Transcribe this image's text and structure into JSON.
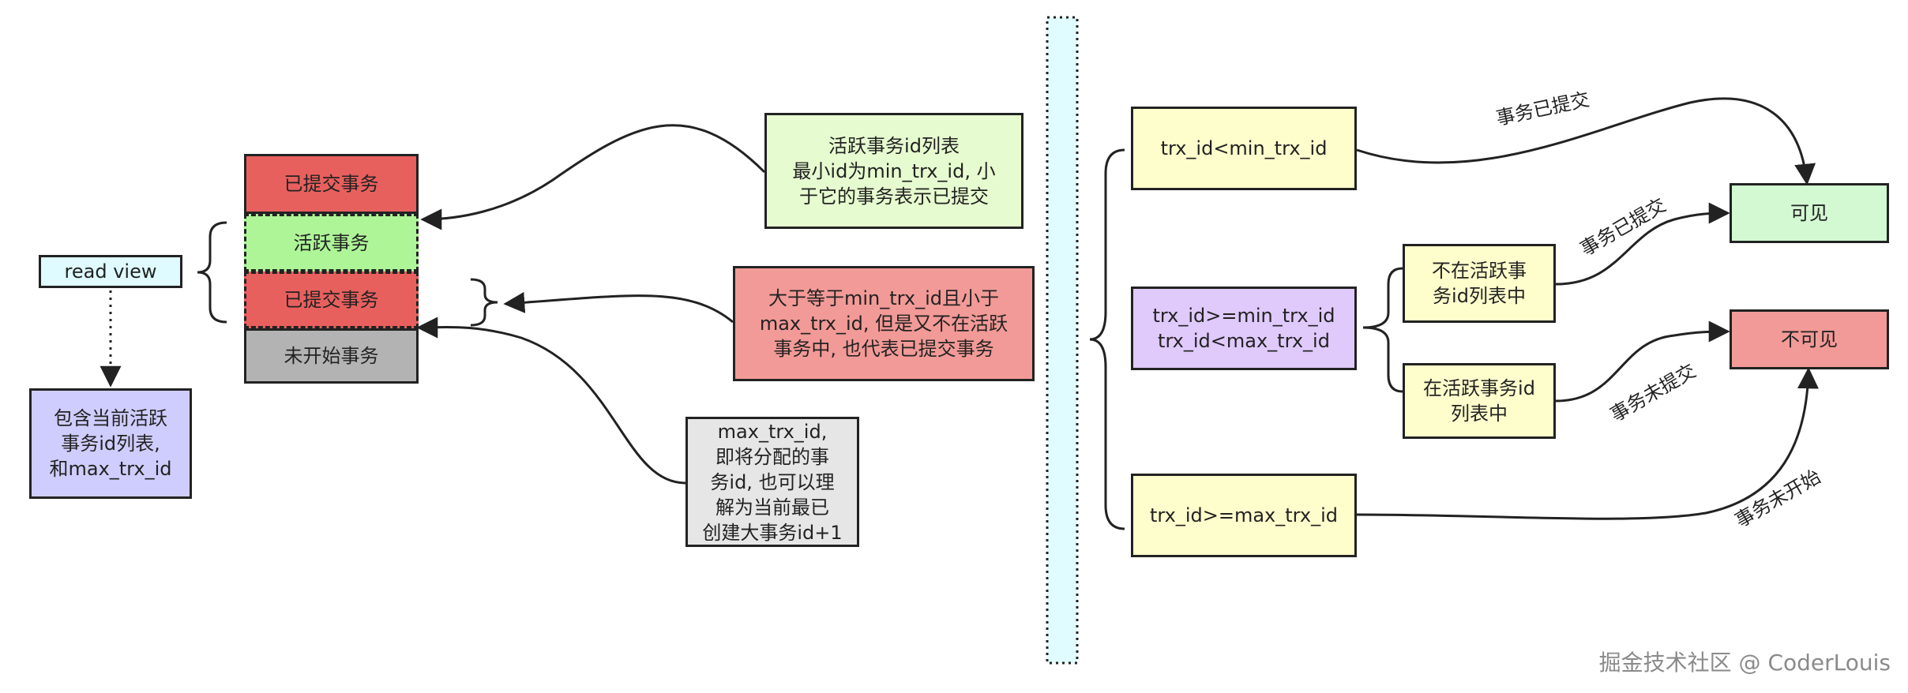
{
  "colors": {
    "committed": "#e8605e",
    "active": "#aef598",
    "not_started": "#b3b3b3",
    "read_view": "#dffbff",
    "purple": "#cfcdfd",
    "note_green": "#e6fbcf",
    "note_red": "#f29a97",
    "note_gray": "#e6e6e6",
    "yellow": "#fefdcc",
    "visible_green": "#d3f9d3",
    "invisible_red": "#f29a97",
    "divider": "#e0fcff"
  },
  "read_view": {
    "label": "read view",
    "desc": "包含当前活跃\n事务id列表,\n和max_trx_id"
  },
  "stack": {
    "committed_top": "已提交事务",
    "active": "活跃事务",
    "committed_mid": "已提交事务",
    "not_started": "未开始事务"
  },
  "notes": {
    "active_list": "活跃事务id列表\n最小id为min_trx_id, 小\n于它的事务表示已提交",
    "between": "大于等于min_trx_id且小于\nmax_trx_id, 但是又不在活跃\n事务中, 也代表已提交事务",
    "max": "max_trx_id,\n即将分配的事\n务id, 也可以理\n解为当前最已\n创建大事务id+1"
  },
  "conditions": {
    "lt_min": "trx_id<min_trx_id",
    "between": "trx_id>=min_trx_id\ntrx_id<max_trx_id",
    "ge_max": "trx_id>=max_trx_id",
    "not_in_active": "不在活跃事\n务id列表中",
    "in_active": "在活跃事务id\n列表中"
  },
  "results": {
    "visible": "可见",
    "invisible": "不可见"
  },
  "edge_labels": {
    "committed_1": "事务已提交",
    "committed_2": "事务已提交",
    "not_committed": "事务未提交",
    "not_started": "事务未开始"
  },
  "watermark": "掘金技术社区 @ CoderLouis"
}
